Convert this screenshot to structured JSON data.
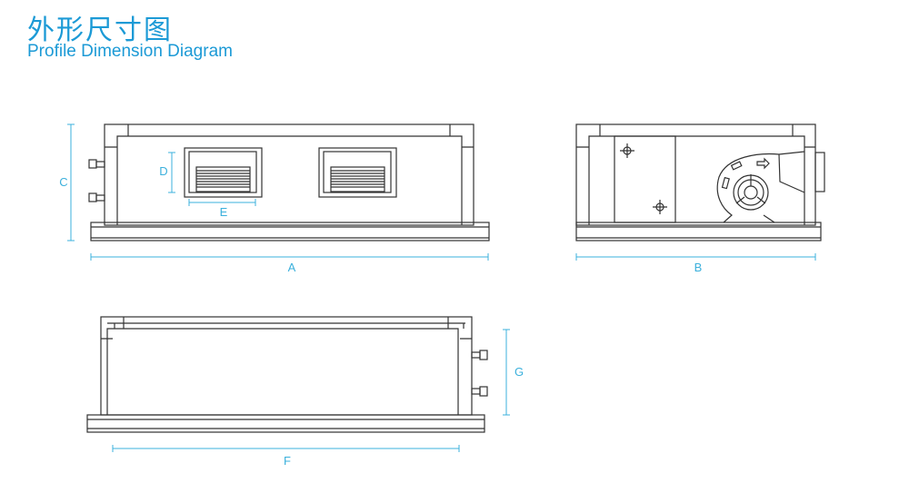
{
  "header": {
    "title_cn": "外形尺寸图",
    "title_en": "Profile Dimension Diagram"
  },
  "dimensions": {
    "A": "A",
    "B": "B",
    "C": "C",
    "D": "D",
    "E": "E",
    "F": "F",
    "G": "G"
  },
  "colors": {
    "accent": "#1c9ad6",
    "dimension": "#3bb0dc",
    "line": "#333333"
  }
}
